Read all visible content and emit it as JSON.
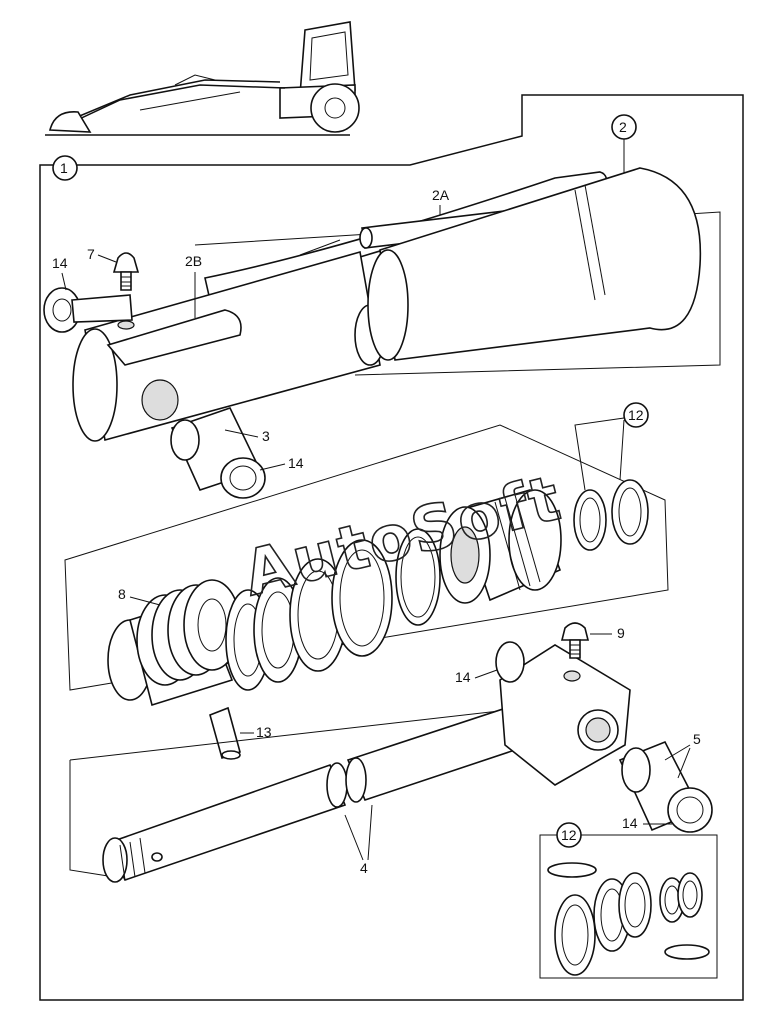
{
  "watermark": "AutoSoft",
  "callouts": {
    "c1": "1",
    "c2": "2",
    "c2a": "2A",
    "c2b": "2B",
    "c3": "3",
    "c4": "4",
    "c5": "5",
    "c7": "7",
    "c8": "8",
    "c9": "9",
    "c12a": "12",
    "c12b": "12",
    "c13": "13",
    "c14a": "14",
    "c14b": "14",
    "c14c": "14",
    "c14d": "14"
  }
}
